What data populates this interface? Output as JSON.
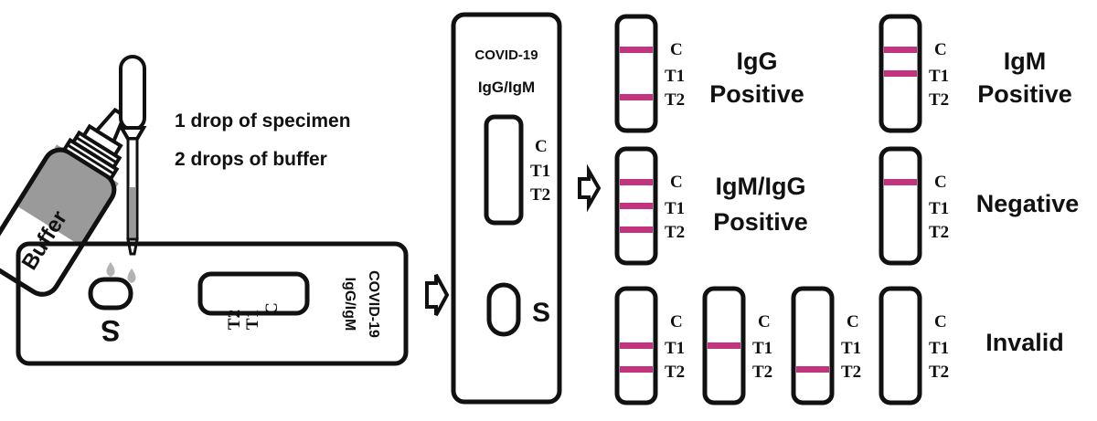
{
  "instructions": {
    "line1": "1 drop of specimen",
    "line2": "2 drops of buffer"
  },
  "bottle": {
    "label": "Buffer"
  },
  "device": {
    "line1": "COVID-19",
    "line2": "IgG/IgM",
    "sample_label": "S",
    "marks": {
      "c": "C",
      "t1": "T1",
      "t2": "T2"
    }
  },
  "results": {
    "igg": {
      "line1": "IgG",
      "line2": "Positive"
    },
    "igm": {
      "line1": "IgM",
      "line2": "Positive"
    },
    "both": {
      "line1": "IgM/IgG",
      "line2": "Positive"
    },
    "negative": {
      "label": "Negative"
    },
    "invalid": {
      "label": "Invalid"
    }
  },
  "colors": {
    "band": "#c2347e",
    "outline": "#111111",
    "bottle_fill": "#9a9a9a",
    "drop_fill": "#b3b3b3"
  }
}
